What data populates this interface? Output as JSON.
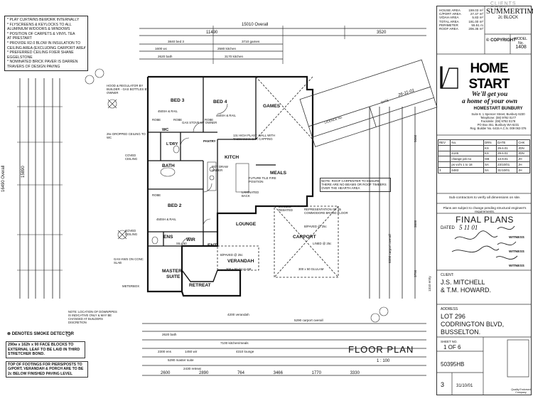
{
  "stamp": "CLIENTS COPY",
  "notes": [
    "* PLAY CURTAINS BEWORK INTERNALLY",
    "* FLYSCREENS & KEYLOCKS TO ALL",
    "  ALUMINIUM W/DOORS & WINDOWS",
    "* POSITION OF CARPETS & VINYL TEA",
    "  AT PRESTART",
    "* PROVIDE R2.0 BLOW IN INSULATION TO",
    "  CEILING AREA (EXCLUDING CARPORT AREA)",
    "* PREFERRED CEILING FIXER SHANE",
    "  EGGELSTONE",
    "* NOMINATED BRICK PAVER IS DARREN",
    "  TRAVERS OF DESIGN PAVING"
  ],
  "smoke_note": "DENOTES SMOKE DETECTOR",
  "blocks_note": "290w x 162h x 90 FACE BLOCKS TO EXTERNAL LEAF TO BE LAID IN THIRD STRETCHER BOND.",
  "footings_note": "TOP OF FOOTINGS FOR PIERS/POSTS TO G/PORT, VERANDAH & PORCH ARE TO BE 2c BELOW FINISHED PAVING LEVEL",
  "downpipes_note": "NOTE: LOCATION OF DOWNPIPES IS INDICATIVE ONLY & MAY BE CHANGED AT BUILDERS DISCRETION",
  "carpet_note": "NOTE: ROOF CARPENTER TO ENSURE THERE ARE NO BEAMS OR ROOF TIMBERS OVER THE HEARTH AREA",
  "plan_title": "FLOOR PLAN",
  "scale": "1 : 100",
  "rooms": {
    "bed3": "BED 3",
    "bed4": "BED 4",
    "games": "GAMES",
    "bath": "BATH",
    "kitch": "KITCH",
    "meals": "MEALS",
    "bed2": "BED 2",
    "lounge": "LOUNGE",
    "carport": "CARPORT",
    "ens": "ENS",
    "wir": "WIR",
    "ent": "ENT",
    "verandah": "VERANDAH",
    "master": "MASTER",
    "suite": "SUITE",
    "retreat": "RETREAT",
    "wc": "WC",
    "ldry": "L'DRY",
    "pantry": "PANTRY"
  },
  "labels": {
    "hood": "HOOD & REGULATOR BY BUILDER - GAS BOTTLES BY OWNER",
    "dropped": "25c DROPPED CEILING TO WC",
    "coved1": "COVED CEILING",
    "coved2": "COVED CEILING",
    "gas_hws": "GAS HWS ON CONC SLAB",
    "meterbox": "METERBOX",
    "high_plast": "13c HIGH PLAST. WALL WITH TASMANIAN OAK CAPPING",
    "future_tile": "FUTURE TILE FIRE POSITION",
    "double": "DOUBLE REBATED",
    "represent": "REPRESENTATION OF 35 COMMODORE BRAND FLOOR",
    "paved1": "B/PAVED @ 25c",
    "paved2": "B/PAVED @ 25c",
    "lined1": "LINED @ 25c",
    "laminated": "LAMINATED BACK",
    "pot_draw": "POT DRAW UNDER",
    "robe1": "ROBE",
    "robe2": "ROBE",
    "robe3": "ROBE",
    "robe4": "ROBE",
    "ls1": "450SH & RAIL",
    "ls2": "450SH & RAIL",
    "ls3": "450SH & RAIL",
    "gas_stove": "GAS STOVE BY OWNER",
    "post1": "300 x 50 GLULAM",
    "post2": "300 x 50 GLULAM",
    "sill": "SILL 60"
  },
  "dims_top": {
    "overall": "15010 Overall",
    "d11490": "11490",
    "d3520": "3520",
    "d3840": "3840 bed 3",
    "d3710": "3710 games",
    "d1600": "1600 wc",
    "d2580": "2580 kitchen",
    "d3170": "3170 kitchen",
    "d2620": "2620 bath"
  },
  "dims_left": {
    "overall": "16490 Overall",
    "d15890": "15890"
  },
  "dims_bottom": {
    "d4200": "4200 verandah",
    "d5290": "5290 carport overall",
    "d2620": "2620 bath",
    "d7100": "7100 kitchen/meals",
    "d2300": "2300 ens",
    "d1450": "1450 wir",
    "d4310": "4310 lounge",
    "d5290b": "5290 master suite",
    "d2430": "2430 retreat",
    "row": [
      "2600",
      "2890",
      "764",
      "3466",
      "1770",
      "3330"
    ]
  },
  "dims_right": {
    "d5060": "5060",
    "d3600": "3600",
    "d3700": "3700",
    "d1310": "1310 entry",
    "d8350": "8350 carport overall"
  },
  "title_block": {
    "areas": [
      {
        "k": "HOUSE AREA",
        "v": "159.03 m²"
      },
      {
        "k": "C/PORT AREA",
        "v": "27.47 m²"
      },
      {
        "k": "V/DAH AREA",
        "v": "5.83 m²"
      },
      {
        "k": "TOTAL AREA",
        "v": "191.00 m²"
      },
      {
        "k": "PERIMETER",
        "v": "55.51 m"
      },
      {
        "k": "ROOF AREA",
        "v": "206.35 m²"
      }
    ],
    "model_name": "SUMMERTIME",
    "model_block": "2c BLOCK",
    "copyright": "© COPYRIGHT",
    "model_no_label": "MODEL No.",
    "model_no": "1408",
    "brand": "HOME START",
    "tagline1": "We'll get you",
    "tagline2": "a home of your own",
    "branch": "HOMESTART BUNBURY",
    "branch_info": [
      "Suite 8, 1 Spencer Street, Bunbury 6230",
      "Telephone: (08) 9792 0177",
      "Facsimile: (08) 9792 0178",
      "PO Box 451, Bunbury WA 6231",
      "Reg. Builder No. 6415   A.C.N. 009 063 076"
    ],
    "rev_head": [
      "REV",
      "No.",
      "DRN",
      "DATE",
      "CHK"
    ],
    "rev_rows": [
      [
        "",
        "",
        "KS",
        "29.6.01",
        "JDN"
      ],
      [
        "",
        "6145",
        "KS",
        "29.6.01",
        "JDN"
      ],
      [
        "",
        "change job no",
        "GB",
        "13.9.01",
        "JH"
      ],
      [
        "",
        "ps vol's 1 to 18",
        "SA",
        "23/10/01",
        "JH"
      ],
      [
        "3",
        "6483",
        "SA",
        "31/10/01",
        "JH"
      ]
    ],
    "subcontractors": "Sub-contractors to verify all dimensions on site.",
    "plans_note": "Plans are subject to change pending structural engineer's requirements.",
    "final_plans": "FINAL PLANS",
    "dated_label": "DATED",
    "dated_value": "5 11 01",
    "witness": "WITNESS",
    "client_label": "CLIENT:",
    "client_line1": "J.S. MITCHELL",
    "client_line2": "& T.M. HOWARD.",
    "address_label": "ADDRESS",
    "address1": "LOT 296",
    "address2": "CODRINGTON BLVD,",
    "address3": "BUSSELTON.",
    "sheet_label": "SHEET NO.",
    "sheet": "1 OF 6",
    "job": "50395HB",
    "rev_no": "3",
    "date": "31/10/01",
    "quality": "Quality Endorsed Company"
  },
  "stamp_text": {
    "licence": "LICENCE No.",
    "date": "DATE",
    "sig": "26-11-01"
  }
}
